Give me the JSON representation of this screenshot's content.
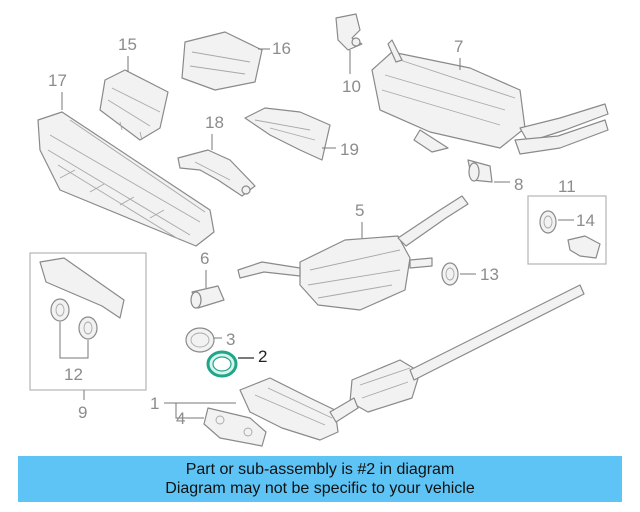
{
  "callouts": {
    "n1": "1",
    "n2": "2",
    "n3": "3",
    "n4": "4",
    "n5": "5",
    "n6": "6",
    "n7": "7",
    "n8": "8",
    "n9": "9",
    "n10": "10",
    "n11": "11",
    "n12": "12",
    "n13": "13",
    "n14": "14",
    "n15": "15",
    "n16": "16",
    "n17": "17",
    "n18": "18",
    "n19": "19"
  },
  "banner": {
    "line1": "Part or sub-assembly is #2 in diagram",
    "line2": "Diagram may not be specific to your vehicle",
    "color": "#5ec4f5"
  },
  "highlight_color": "#1fa58a"
}
